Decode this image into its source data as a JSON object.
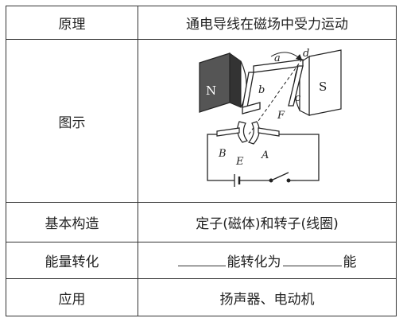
{
  "table": {
    "rows": [
      {
        "label": "原理",
        "value": "通电导线在磁场中受力运动"
      },
      {
        "label": "图示"
      },
      {
        "label": "基本构造",
        "value": "定子(磁体)和转子(线圈)"
      },
      {
        "label": "能量转化",
        "value_middle": "能转化为",
        "value_end": "能"
      },
      {
        "label": "应用",
        "value": "扬声器、电动机"
      }
    ]
  },
  "diagram": {
    "pole_n": "N",
    "pole_s": "S",
    "labels": {
      "a": "a",
      "b": "b",
      "c": "c",
      "d": "d",
      "F": "F",
      "B": "B",
      "E": "E",
      "A": "A"
    },
    "colors": {
      "magnet_n": "#555555",
      "line": "#222222"
    }
  }
}
